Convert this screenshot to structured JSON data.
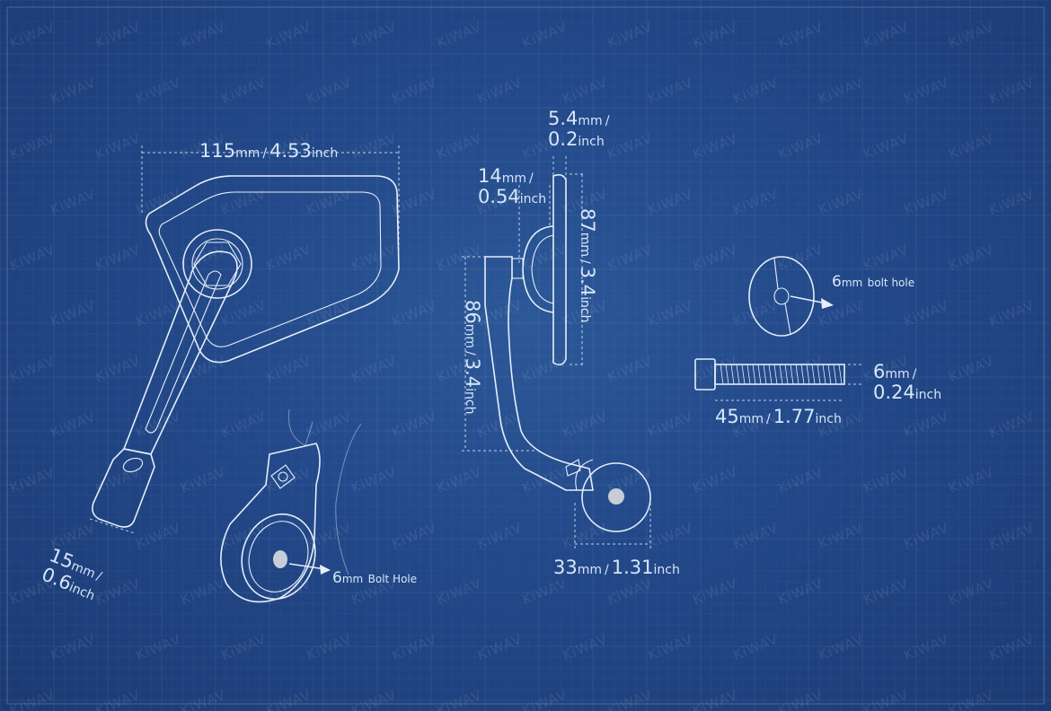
{
  "watermark": {
    "text": "KiWAV"
  },
  "colors": {
    "background": "#23498a",
    "line": "#e4eef9",
    "text": "#d6e6f7",
    "watermark": "#ffffff17"
  },
  "dimensions": {
    "mirror_width": {
      "value": "115",
      "unit": "mm",
      "slash": "/",
      "value2": "4.53",
      "unit2": "inch"
    },
    "clamp_width": {
      "value": "15",
      "unit": "mm",
      "slash": "/",
      "value2": "0.6",
      "unit2": "inch"
    },
    "bolt_hole_left": {
      "value": "6",
      "unit": "mm",
      "label": "Bolt Hole"
    },
    "mirror_thickness": {
      "value": "5.4",
      "unit": "mm",
      "slash": "/",
      "value2": "0.2",
      "unit2": "inch"
    },
    "mount_depth": {
      "value": "14",
      "unit": "mm",
      "slash": "/",
      "value2": "0.54",
      "unit2": "inch"
    },
    "mirror_height": {
      "value": "87",
      "unit": "mm",
      "slash": "/",
      "value2": "3.4",
      "unit2": "inch"
    },
    "arm_height": {
      "value": "86",
      "unit": "mm",
      "slash": "/",
      "value2": "3.4",
      "unit2": "inch"
    },
    "clamp_diameter": {
      "value": "33",
      "unit": "mm",
      "slash": "/",
      "value2": "1.31",
      "unit2": "inch"
    },
    "washer_hole": {
      "value": "6",
      "unit": "mm",
      "label": "bolt hole"
    },
    "bolt_diameter": {
      "value": "6",
      "unit": "mm",
      "slash": "/",
      "value2": "0.24",
      "unit2": "inch"
    },
    "bolt_length": {
      "value": "45",
      "unit": "mm",
      "slash": "/",
      "value2": "1.77",
      "unit2": "inch"
    }
  }
}
